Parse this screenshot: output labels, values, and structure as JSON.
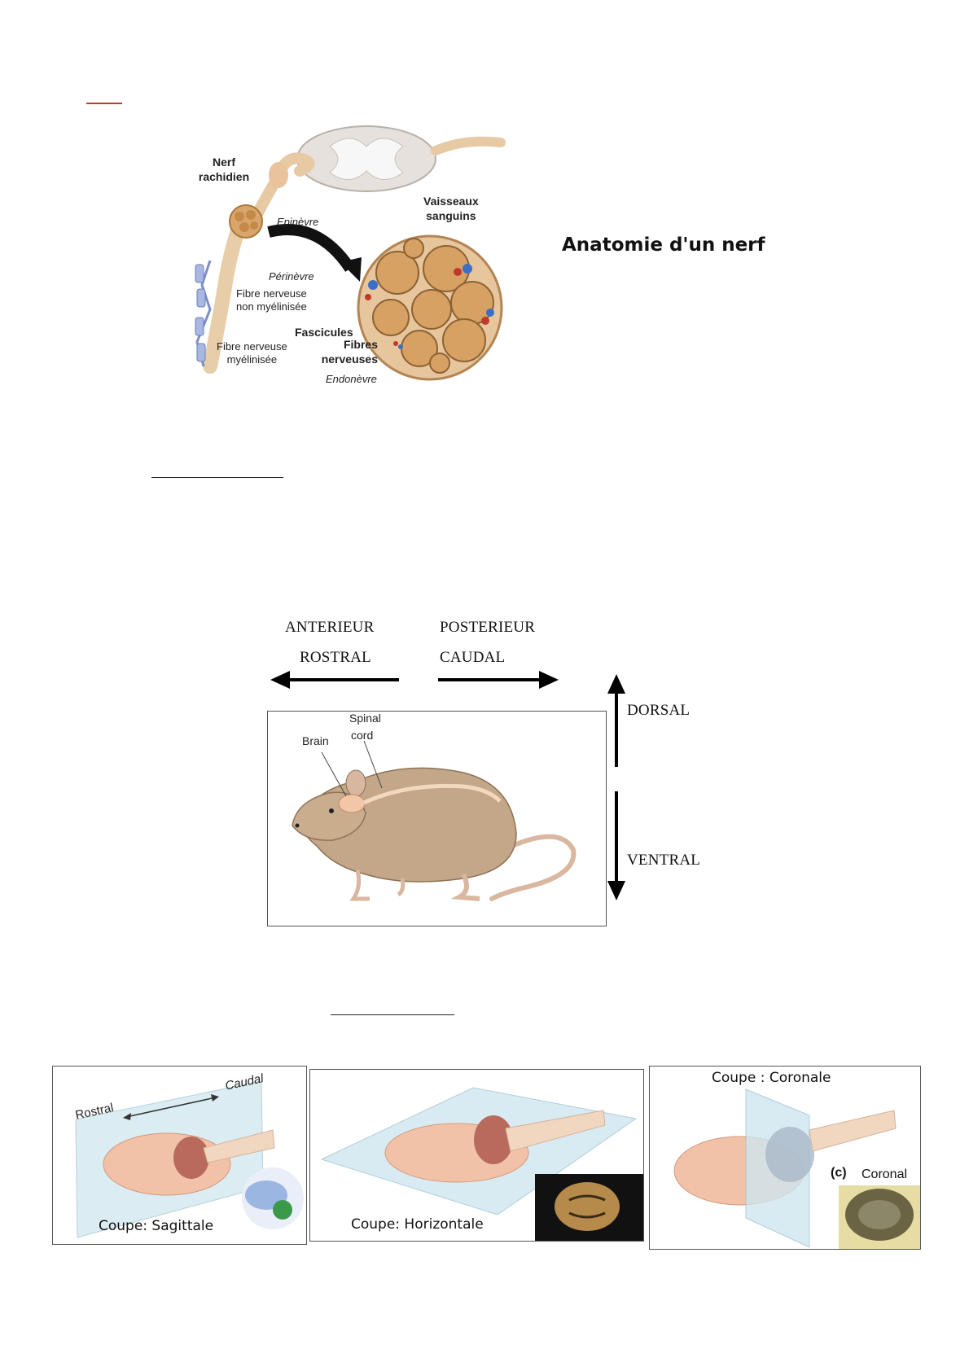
{
  "nerve_figure": {
    "title": "Anatomie d'un nerf",
    "labels": {
      "nerf_rachidien_1": "Nerf",
      "nerf_rachidien_2": "rachidien",
      "epinevre": "Epinèvre",
      "perinevre": "Périnèvre",
      "non_myel_1": "Fibre nerveuse",
      "non_myel_2": "non myélinisée",
      "myel_1": "Fibre nerveuse",
      "myel_2": "myélinisée",
      "vaisseaux_1": "Vaisseaux",
      "vaisseaux_2": "sanguins",
      "fascicules": "Fascicules",
      "fibres_1": "Fibres",
      "fibres_2": "nerveuses",
      "endonevre": "Endonèvre"
    }
  },
  "orientation_figure": {
    "anterieur": "ANTERIEUR",
    "rostral": "ROSTRAL",
    "posterieur": "POSTERIEUR",
    "caudal": "CAUDAL",
    "dorsal": "DORSAL",
    "ventral": "VENTRAL",
    "rat_labels": {
      "brain": "Brain",
      "spinal_1": "Spinal",
      "spinal_2": "cord"
    }
  },
  "sections_figure": {
    "sagittal": {
      "caption": "Coupe: Sagittale",
      "rostral": "Rostral",
      "caudal": "Caudal"
    },
    "horizontal": {
      "caption": "Coupe: Horizontale"
    },
    "coronal": {
      "caption": "Coupe : Coronale",
      "inset_letter": "(c)",
      "inset_label": "Coronal"
    }
  },
  "colors": {
    "red_rule": "#c0392b",
    "brain_pink": "#f2c2a8",
    "nerve_tan": "#d9a56b",
    "glass": "#cfe6f0"
  }
}
